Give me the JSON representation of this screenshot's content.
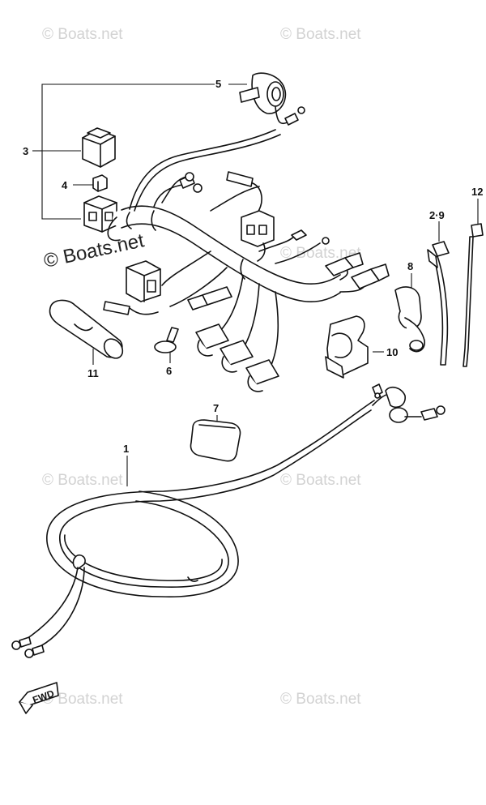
{
  "watermarks": {
    "light": "© Boats.net",
    "dark": "© Boats.net"
  },
  "callouts": {
    "c1": "1",
    "c2_9": "2·9",
    "c3": "3",
    "c4": "4",
    "c5": "5",
    "c6": "6",
    "c7": "7",
    "c8": "8",
    "c10": "10",
    "c11": "11",
    "c12": "12"
  },
  "direction": {
    "label": "FWD"
  },
  "colors": {
    "line": "#111111",
    "watermark": "#d2d2d2",
    "background": "#ffffff"
  }
}
